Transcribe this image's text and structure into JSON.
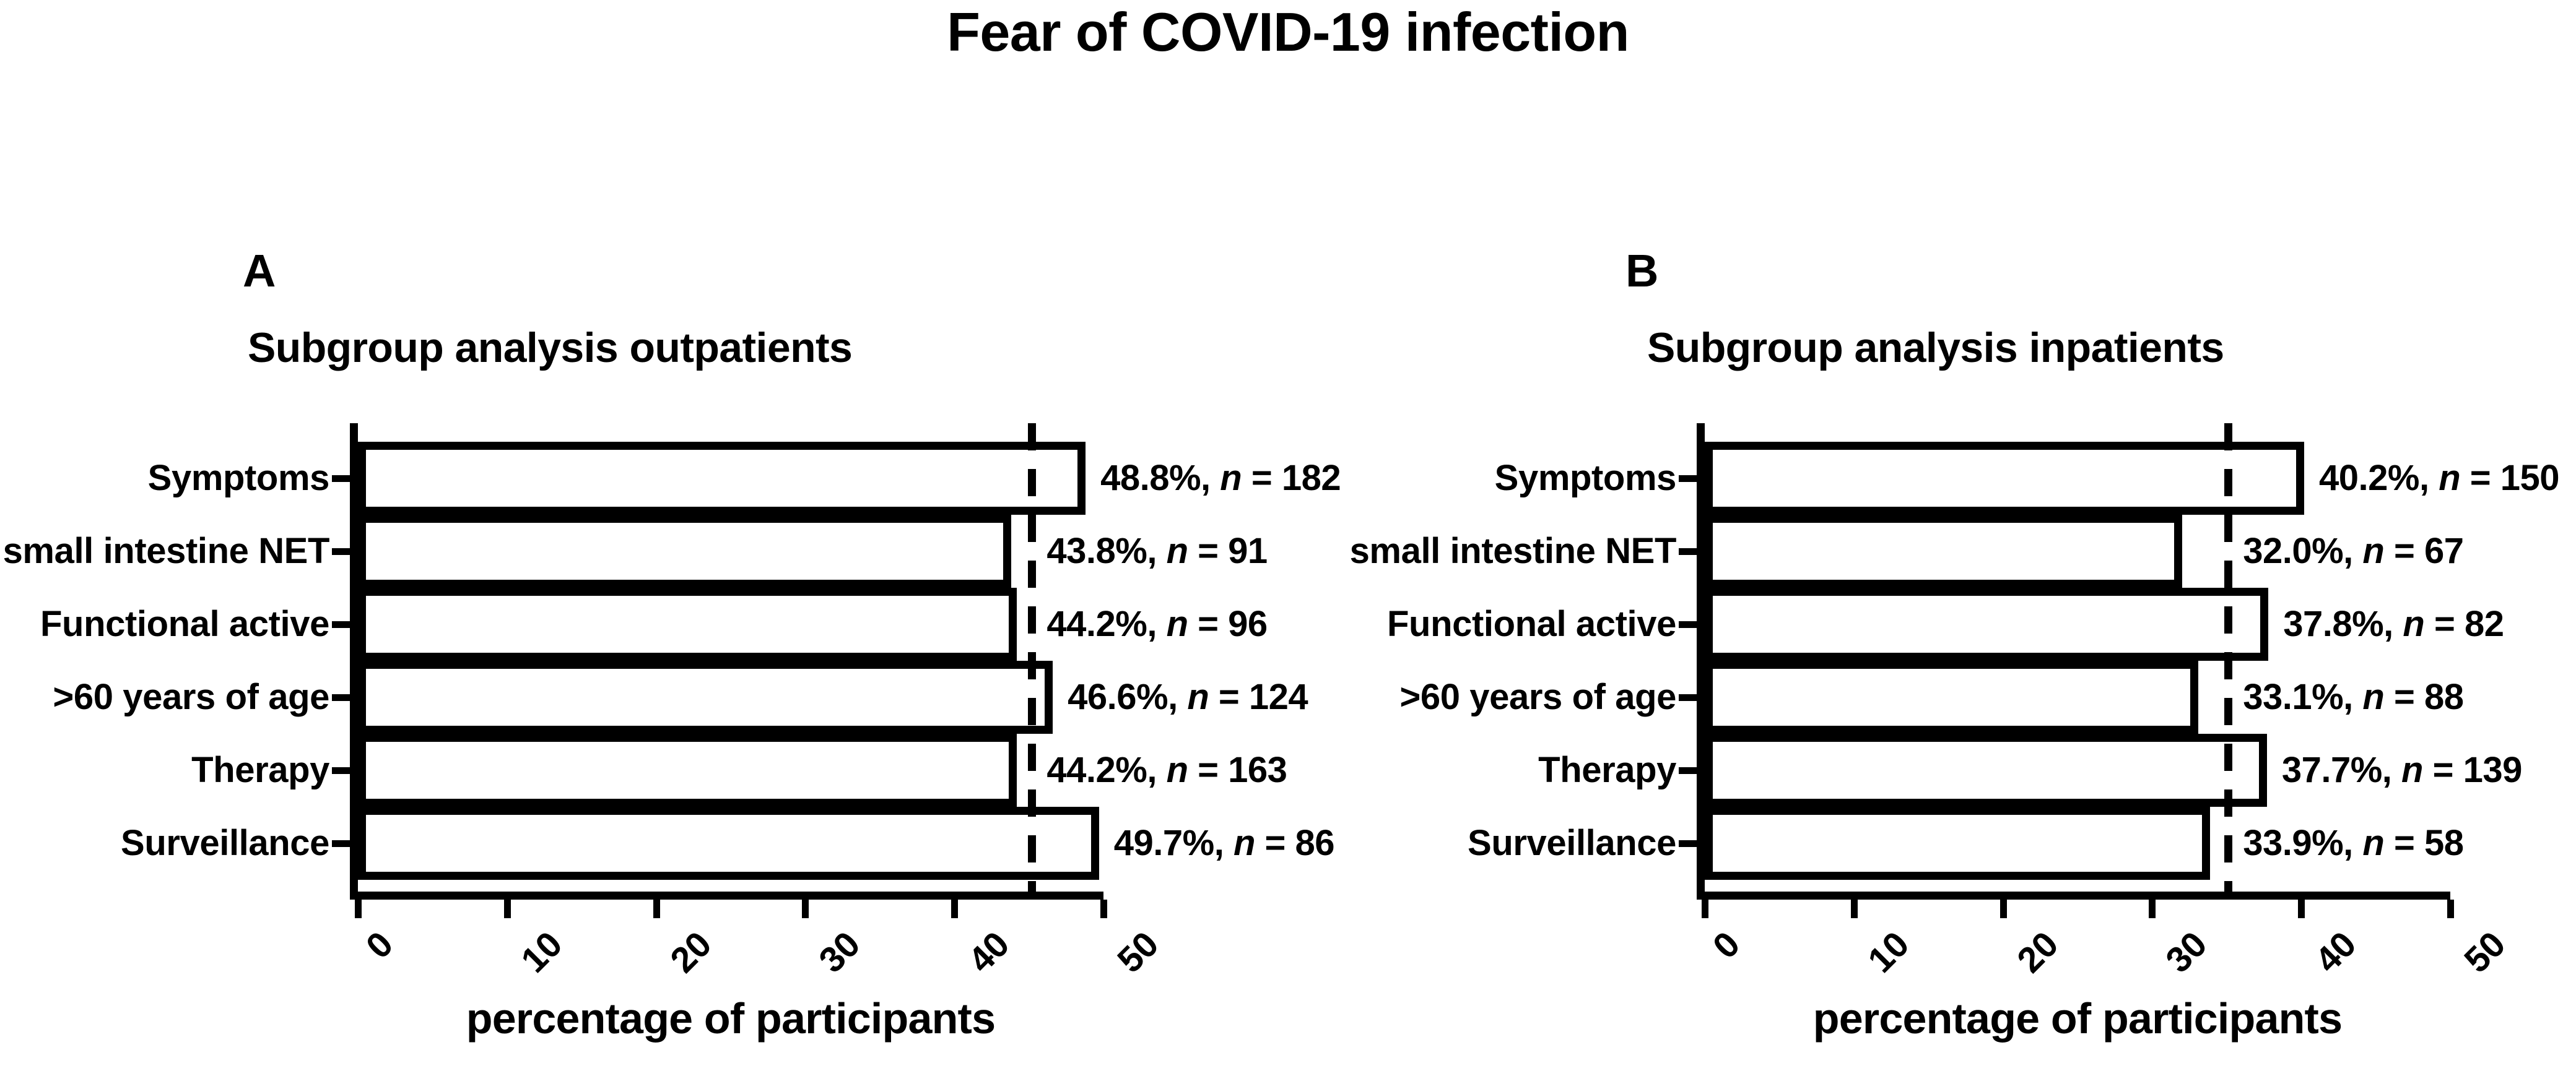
{
  "figure": {
    "title": "Fear of COVID-19 infection"
  },
  "chart_data": [
    {
      "type": "bar",
      "orientation": "horizontal",
      "panel_letter": "A",
      "title": "Subgroup analysis outpatients",
      "xlabel": "percentage of participants",
      "ylabel": "",
      "xlim": [
        0,
        50
      ],
      "xticks": [
        "0",
        "10",
        "20",
        "30",
        "40",
        "50"
      ],
      "xtick_values": [
        0,
        10,
        20,
        30,
        40,
        50
      ],
      "grid": false,
      "legend": "none",
      "reference_line": 45.2,
      "categories": [
        "Symptoms",
        "small intestine NET",
        "Functional active",
        ">60 years of age",
        "Therapy",
        "Surveillance"
      ],
      "values": [
        48.8,
        43.8,
        44.2,
        46.6,
        44.2,
        49.7
      ],
      "counts": [
        182,
        91,
        96,
        124,
        163,
        86
      ],
      "data_labels": [
        "48.8%, n = 182",
        "43.8%, n = 91",
        "44.2%, n = 96",
        "46.6%, n = 124",
        "44.2%, n = 163",
        "49.7%, n = 86"
      ],
      "label_parts": [
        {
          "pct": "48.8%,",
          "n_italic": "n",
          "eq": "= 182"
        },
        {
          "pct": "43.8%,",
          "n_italic": "n",
          "eq": "= 91"
        },
        {
          "pct": "44.2%,",
          "n_italic": "n",
          "eq": "= 96"
        },
        {
          "pct": "46.6%,",
          "n_italic": "n",
          "eq": "= 124"
        },
        {
          "pct": "44.2%,",
          "n_italic": "n",
          "eq": "= 163"
        },
        {
          "pct": "49.7%,",
          "n_italic": "n",
          "eq": "= 86"
        }
      ],
      "bar_facecolor": "#FFFFFF",
      "bar_edgecolor": "#000000"
    },
    {
      "type": "bar",
      "orientation": "horizontal",
      "panel_letter": "B",
      "title": "Subgroup analysis inpatients",
      "xlabel": "percentage of participants",
      "ylabel": "",
      "xlim": [
        0,
        50
      ],
      "xticks": [
        "0",
        "10",
        "20",
        "30",
        "40",
        "50"
      ],
      "xtick_values": [
        0,
        10,
        20,
        30,
        40,
        50
      ],
      "grid": false,
      "legend": "none",
      "reference_line": 35.1,
      "categories": [
        "Symptoms",
        "small intestine NET",
        "Functional active",
        ">60 years of age",
        "Therapy",
        "Surveillance"
      ],
      "values": [
        40.2,
        32.0,
        37.8,
        33.1,
        37.7,
        33.9
      ],
      "counts": [
        150,
        67,
        82,
        88,
        139,
        58
      ],
      "data_labels": [
        "40.2%, n = 150",
        "32.0%, n = 67",
        "37.8%, n = 82",
        "33.1%, n = 88",
        "37.7%, n = 139",
        "33.9%, n = 58"
      ],
      "label_parts": [
        {
          "pct": "40.2%,",
          "n_italic": "n",
          "eq": "= 150"
        },
        {
          "pct": "32.0%,",
          "n_italic": "n",
          "eq": "= 67"
        },
        {
          "pct": "37.8%,",
          "n_italic": "n",
          "eq": "= 82"
        },
        {
          "pct": "33.1%,",
          "n_italic": "n",
          "eq": "= 88"
        },
        {
          "pct": "37.7%,",
          "n_italic": "n",
          "eq": "= 139"
        },
        {
          "pct": "33.9%,",
          "n_italic": "n",
          "eq": "= 58"
        }
      ],
      "bar_facecolor": "#FFFFFF",
      "bar_edgecolor": "#000000"
    }
  ]
}
